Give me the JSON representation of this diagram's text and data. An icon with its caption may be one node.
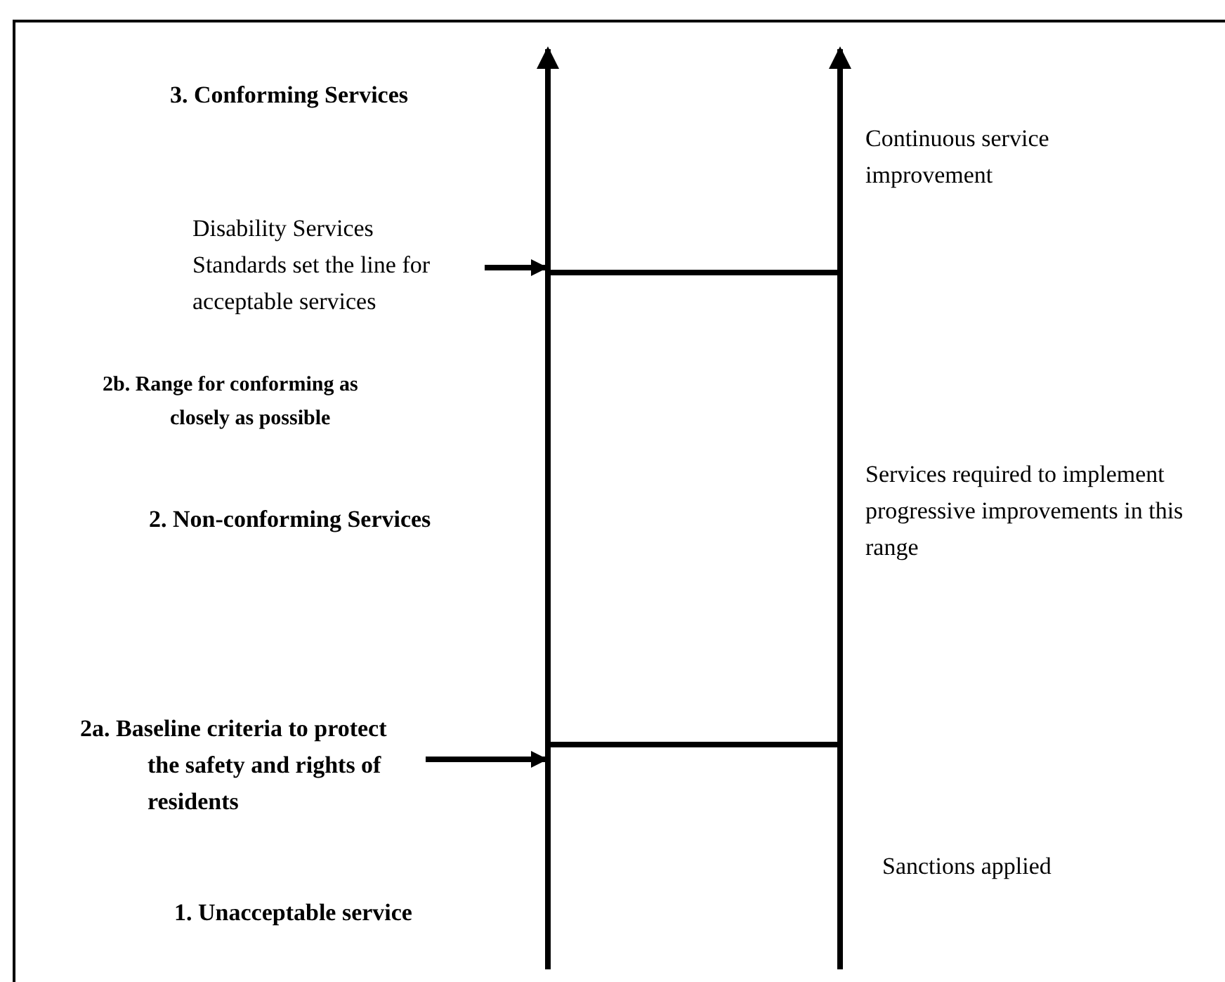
{
  "diagram": {
    "nodes": [
      {
        "text": [
          "Disability Services Standards set the line for acceptable services"
        ]
      },
      {
        "text": [],
        "shape": "bar"
      },
      {
        "text": [
          "2a. Baseline criteria to protect the safety and rights of residents"
        ]
      },
      {
        "text": [],
        "shape": "bar"
      }
    ],
    "edges": [
      {
        "from": 0,
        "to": 1,
        "arrow": "to"
      },
      {
        "from": 2,
        "to": 3,
        "arrow": "to"
      }
    ],
    "labels": [
      "3. Conforming Services",
      "Continuous service improvement",
      "2b. Range for conforming as closely as possible",
      "Services required to implement progressive improvements in this range",
      "2. Non-conforming Services",
      "Sanctions applied",
      "1. Unacceptable service"
    ]
  }
}
